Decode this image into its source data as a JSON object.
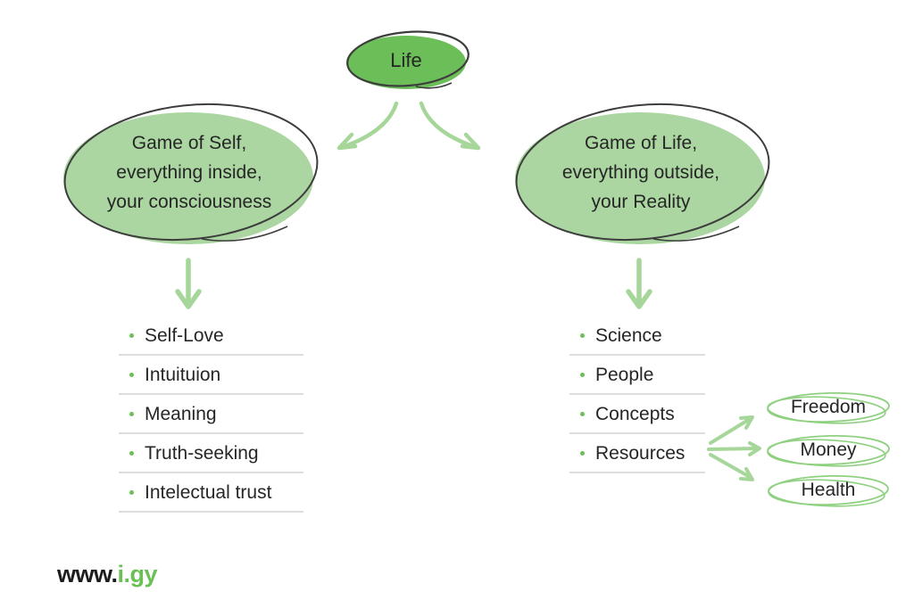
{
  "root": {
    "label": "Life"
  },
  "left_branch": {
    "label": "Game of Self,\neverything inside,\nyour consciousness",
    "items": [
      "Self-Love",
      "Intuituion",
      "Meaning",
      "Truth-seeking",
      "Intelectual trust"
    ]
  },
  "right_branch": {
    "label": "Game of Life,\neverything outside,\nyour Reality",
    "items": [
      "Science",
      "People",
      "Concepts",
      "Resources"
    ],
    "resource_nodes": [
      "Freedom",
      "Money",
      "Health"
    ]
  },
  "footer": {
    "www": "www.",
    "domain": "i.gy"
  },
  "colors": {
    "root_node_green": "#6cbf58",
    "branch_node_green": "#abd6a1",
    "arrow_green": "#a6d699",
    "small_node_outline_green": "#8fd081",
    "sketch_outline_ink": "#3d3d3d",
    "bullet_green": "#6bbf55",
    "underline_gray": "#dedede",
    "brand_green": "#6abf55",
    "text_color": "#262626"
  }
}
